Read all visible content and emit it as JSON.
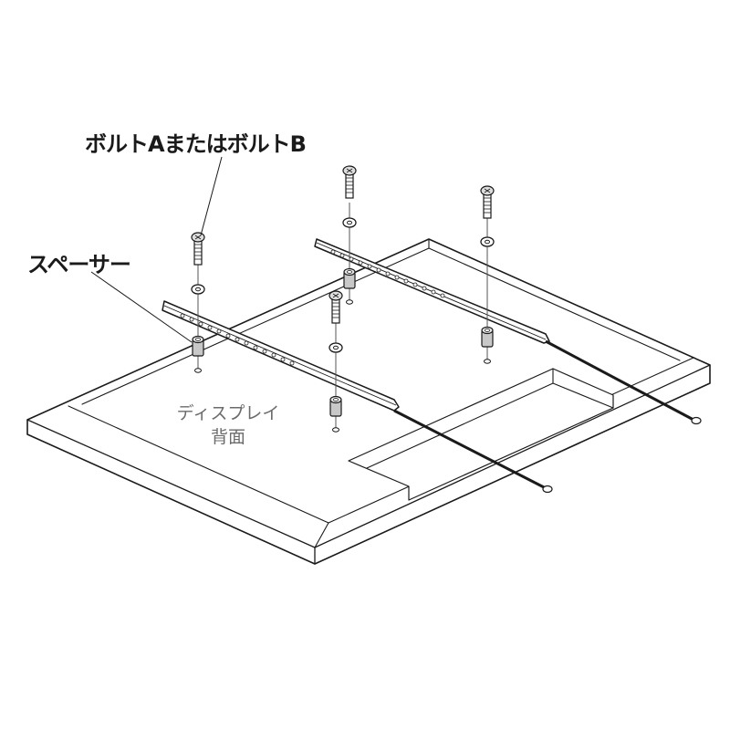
{
  "diagram": {
    "type": "assembly-illustration",
    "labels": {
      "bolt": "ボルトAまたはボルトB",
      "spacer": "スペーサー",
      "display_line1": "ディスプレイ",
      "display_line2": "背面"
    },
    "components": [
      {
        "name": "display-back-panel",
        "count": 1
      },
      {
        "name": "mounting-bracket",
        "count": 2
      },
      {
        "name": "bolt",
        "count": 4
      },
      {
        "name": "washer",
        "count": 4
      },
      {
        "name": "spacer",
        "count": 4
      },
      {
        "name": "safety-wire",
        "count": 2
      }
    ],
    "colors": {
      "line": "#1a1a1a",
      "label_text": "#1a1a1a",
      "display_text": "#6b6b6b",
      "spacer_fill": "#c8c8c8",
      "background": "#ffffff"
    }
  }
}
